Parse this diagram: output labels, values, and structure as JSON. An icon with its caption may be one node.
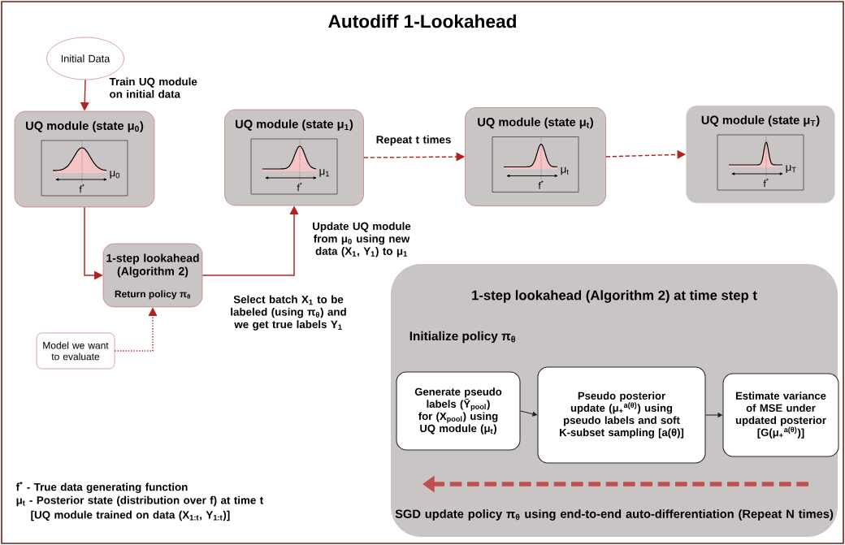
{
  "diagram": {
    "title": "Autodiff 1-Lookahead",
    "nodes": [
      {
        "text": [
          "Initial Data"
        ]
      },
      {
        "text": [
          "UQ module (state μ$_{0}$)",
          "μ$_{0}$",
          "f$^{*}$"
        ]
      },
      {
        "text": [
          "UQ module (state μ$_{1}$)",
          "μ$_{1}$",
          "f$^{*}$"
        ]
      },
      {
        "text": [
          "UQ module (state μ$_{t}$)",
          "μ$_{t}$",
          "f$^{*}$"
        ]
      },
      {
        "text": [
          "UQ module (state μ$_{T}$)",
          "μ$_{T}$",
          "f$^{*}$"
        ]
      },
      {
        "text": [
          "1-step lookahead (Algorithm 2)",
          "Return policy π$_{θ}$"
        ]
      },
      {
        "text": [
          "Model we want to evaluate"
        ]
      },
      {
        "text": [
          "1-step lookahead (Algorithm 2) at time step t",
          "Initialize policy π$_{θ}$",
          "SGD update policy π$_{θ}$ using end-to-end auto-differentiation (Repeat N times)"
        ]
      },
      {
        "text": [
          "Generate pseudo labels (Ȳ$_{pool}$) for (X$_{pool}$) using UQ module (μ$_{t}$)"
        ],
        "in": 7
      },
      {
        "text": [
          "Pseudo posterior update (μ$_{+}$$^{a(θ)}$) using pseudo labels and soft K-subset sampling [a(θ)]"
        ],
        "in": 7
      },
      {
        "text": [
          "Estimate variance of MSE under updated posterior [G(μ$_{+}$$^{a(θ)}$)]"
        ],
        "in": 7
      }
    ],
    "edges": [
      {
        "from": 0,
        "to": 1,
        "arrow": "to",
        "label": "Train UQ module on initial data"
      },
      {
        "from": 1,
        "to": 5,
        "arrow": "to"
      },
      {
        "from": 5,
        "to": 2,
        "arrow": "to",
        "label": "Select batch X$_{1}$ to be labeled (using π$_{θ}$) and we get true labels Y$_{1}$"
      },
      {
        "from": 6,
        "to": 5,
        "arrow": "to",
        "style": "dashed"
      },
      {
        "from": 2,
        "to": 3,
        "arrow": "to",
        "style": "dashed",
        "label": "Repeat t times"
      },
      {
        "from": 3,
        "to": 4,
        "arrow": "to",
        "style": "dashed"
      },
      {
        "from": 8,
        "to": 9,
        "arrow": "to",
        "color": "#222222"
      },
      {
        "from": 9,
        "to": 10,
        "arrow": "to",
        "color": "#222222"
      }
    ],
    "labels": [
      "Update UQ module from μ$_{0}$ using new data (X$_{1}$, Y$_{1}$) to μ$_{1}$",
      "f$^{*}$ - True data generating function",
      "μ$_{t}$ - Posterior state (distribution over f) at time t",
      "[UQ module trained on data (X$_{1:t}$, Y$_{1:t}$)]"
    ]
  }
}
